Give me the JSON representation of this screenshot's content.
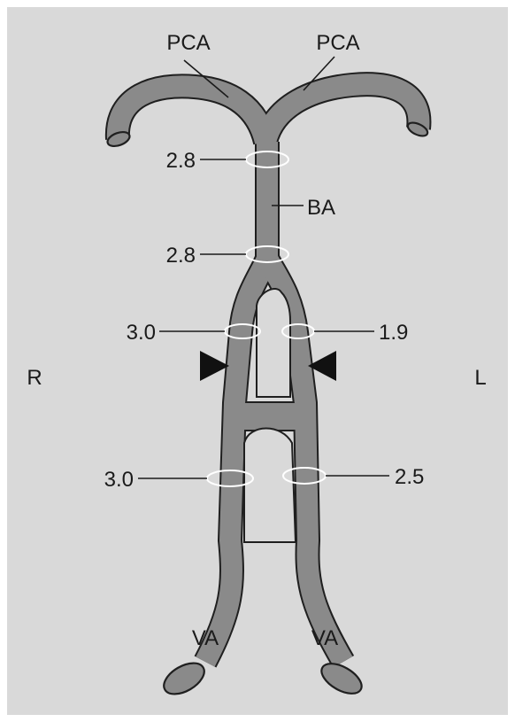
{
  "colors": {
    "background": "#d9d9d9",
    "vessel_fill": "#8a8a8a",
    "vessel_outline": "#1f1f1f",
    "ring": "#ffffff",
    "arrowhead": "#111111"
  },
  "vessel_labels": {
    "pca_right": "PCA",
    "pca_left": "PCA",
    "basilar": "BA",
    "va_right": "VA",
    "va_left": "VA"
  },
  "side_labels": {
    "right": "R",
    "left": "L"
  },
  "diameter_labels": {
    "ba_upper": "2.8",
    "ba_lower": "2.8",
    "right_fenestration_limb": "3.0",
    "left_fenestration_limb": "1.9",
    "right_va": "3.0",
    "left_va": "2.5"
  },
  "icons": {
    "fenestration_arrowheads": "triangle-arrowhead-icon",
    "measurement_markers": "ellipse-ring-icon"
  }
}
